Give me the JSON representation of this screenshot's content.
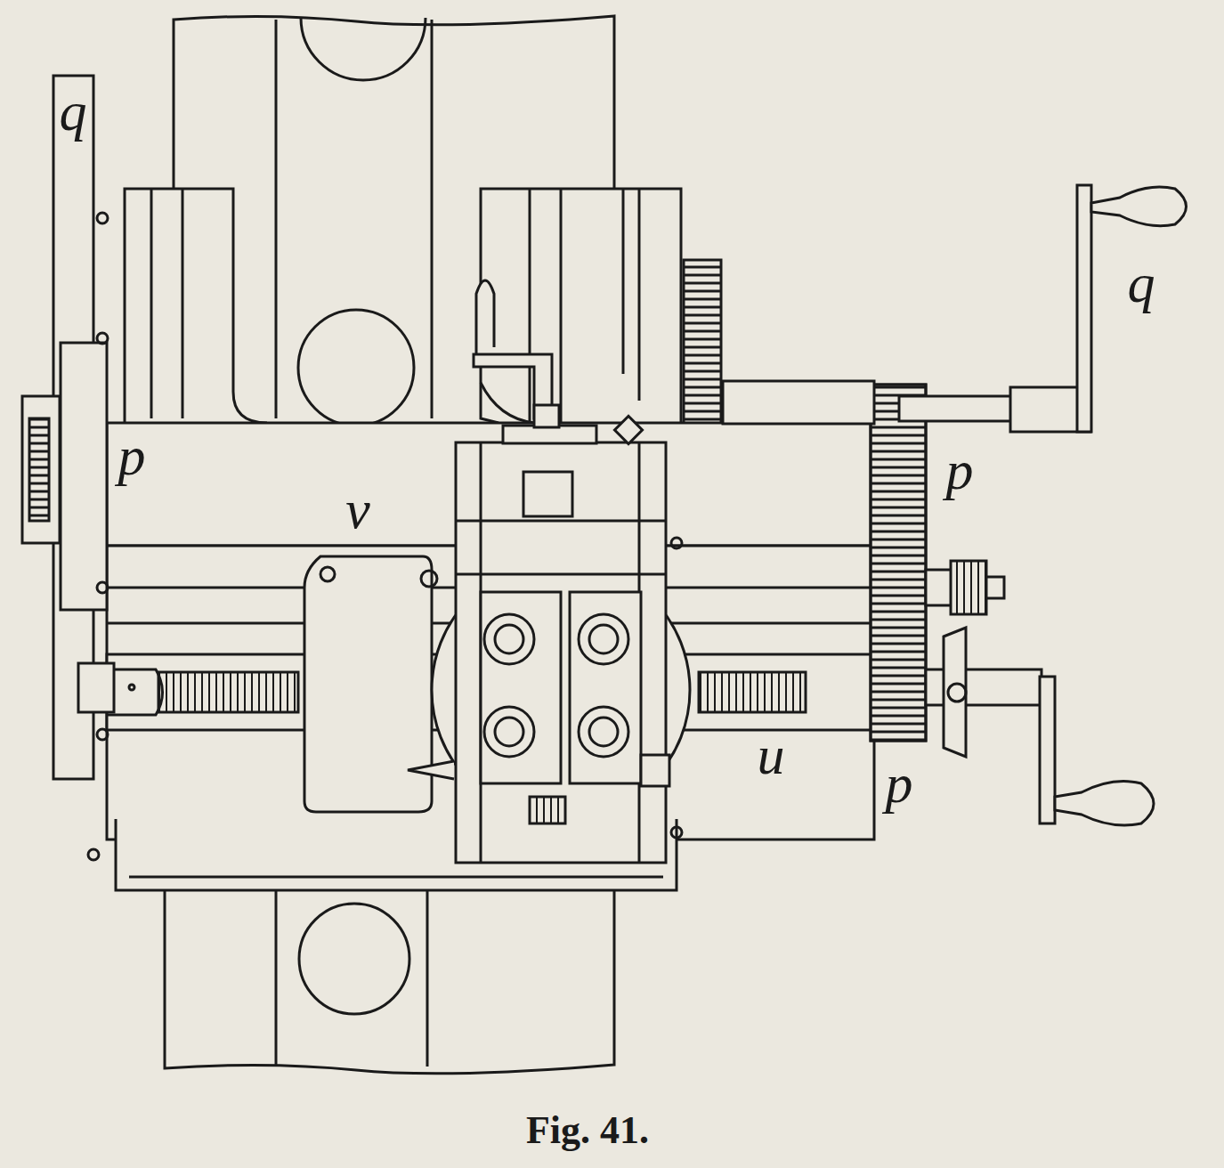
{
  "diagram": {
    "caption": "Fig. 41.",
    "labels": [
      "q",
      "q",
      "p",
      "p",
      "v",
      "u",
      "p"
    ]
  }
}
